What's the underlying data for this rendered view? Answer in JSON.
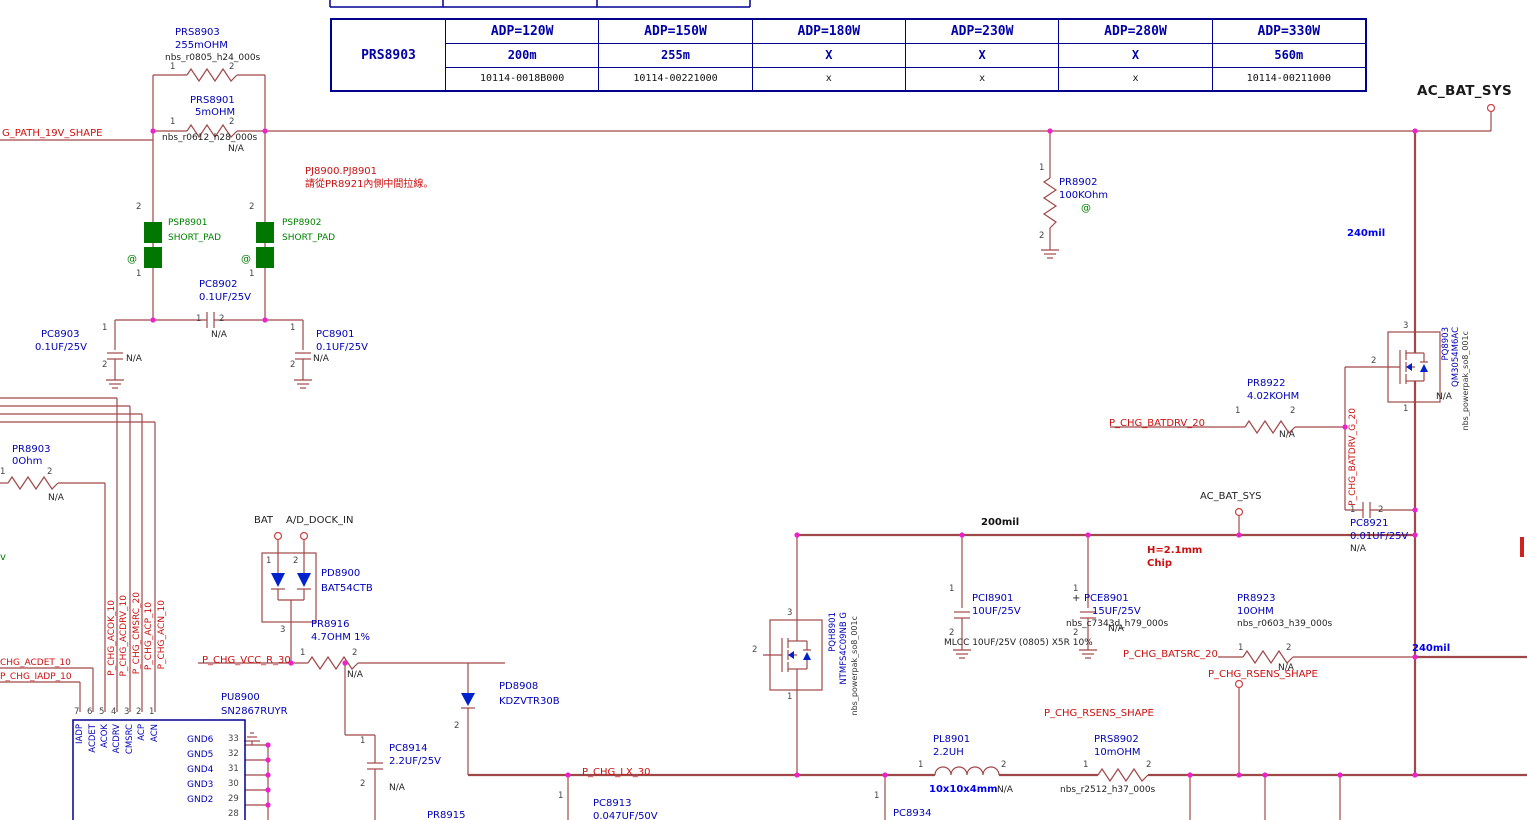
{
  "pins": {
    "p1": "1",
    "p2": "2",
    "p3": "3"
  },
  "table": {
    "row_label": "PRS8903",
    "headers": [
      "ADP=120W",
      "ADP=150W",
      "ADP=180W",
      "ADP=230W",
      "ADP=280W",
      "ADP=330W"
    ],
    "values": [
      "200m",
      "255m",
      "X",
      "X",
      "X",
      "560m"
    ],
    "part_numbers": [
      "10114-0018B000",
      "10114-00221000",
      "x",
      "x",
      "x",
      "10114-00211000"
    ]
  },
  "components": {
    "rs_top": {
      "ref": "PRS8903",
      "value": "255mOHM",
      "fp": "nbs_r0805_h24_000s"
    },
    "rs_mid": {
      "ref": "PRS8901",
      "value": "5mOHM",
      "fp": "nbs_r0612_h28_000s",
      "na": "N/A"
    },
    "psp1": {
      "ref": "PSP8901",
      "value": "SHORT_PAD",
      "at": "@"
    },
    "psp2": {
      "ref": "PSP8902",
      "value": "SHORT_PAD",
      "at": "@"
    },
    "c8902": {
      "ref": "PC8902",
      "value": "0.1UF/25V",
      "na": "N/A"
    },
    "c8903": {
      "ref": "PC8903",
      "value": "0.1UF/25V",
      "na": "N/A"
    },
    "c8901": {
      "ref": "PC8901",
      "value": "0.1UF/25V",
      "na": "N/A"
    },
    "r8903": {
      "ref": "PR8903",
      "value": "0Ohm",
      "na": "N/A"
    },
    "r8902": {
      "ref": "PR8902",
      "value": "100KOhm",
      "at": "@"
    },
    "q8903": {
      "ref": "PQ8903",
      "value": "QM3054M6AC",
      "fp": "nbs_powerpak_so8_001c",
      "na": "N/A"
    },
    "r8922": {
      "ref": "PR8922",
      "value": "4.02KOHM",
      "na": "N/A"
    },
    "c8921": {
      "ref": "PC8921",
      "value": "0.01UF/25V",
      "na": "N/A"
    },
    "ci8901": {
      "ref": "PCI8901",
      "value": "10UF/25V",
      "note": "MLCC 10UF/25V (0805) X5R 10%"
    },
    "ce8901": {
      "ref": "PCE8901",
      "value": "15UF/25V",
      "fp": "nbs_c7343d_h79_000s",
      "na": "N/A",
      "plus": "+"
    },
    "r8923": {
      "ref": "PR8923",
      "value": "10OHM",
      "fp": "nbs_r0603_h39_000s",
      "na": "N/A"
    },
    "d8900": {
      "ref": "PD8900",
      "value": "BAT54CTB"
    },
    "r8916": {
      "ref": "PR8916",
      "value": "4.7OHM 1%",
      "na": "N/A"
    },
    "d8908": {
      "ref": "PD8908",
      "value": "KDZVTR30B"
    },
    "u8900": {
      "ref": "PU8900",
      "value": "SN2867RUYR"
    },
    "c8914": {
      "ref": "PC8914",
      "value": "2.2UF/25V",
      "na": "N/A"
    },
    "r8915": {
      "ref": "PR8915"
    },
    "qh8901": {
      "ref": "PQH8901",
      "value": "NTMFS4C09NB G",
      "fp": "nbs_powerpak_so8_001c"
    },
    "l8901": {
      "ref": "PL8901",
      "value": "2.2UH",
      "size": "10x10x4mm",
      "na": "N/A"
    },
    "rs8902": {
      "ref": "PRS8902",
      "value": "10mOHM",
      "fp": "nbs_r2512_h37_000s"
    },
    "c8913": {
      "ref": "PC8913",
      "value": "0.047UF/50V"
    },
    "c8934": {
      "ref": "PC8934"
    }
  },
  "nets": {
    "g_path": "G_PATH_19V_SHAPE",
    "batdrv": "P_CHG_BATDRV_20",
    "batdrv_g": "P_CHG_BATDRV_G_20",
    "batsrc": "P_CHG_BATSRC_20",
    "rsens1": "P_CHG_RSENS_SHAPE",
    "rsens2": "P_CHG_RSENS_SHAPE",
    "vcc_r": "P_CHG_VCC_R_30",
    "lx": "P_CHG_LX_30",
    "acok": "P_CHG_ACOK_10",
    "acdrv": "P_CHG_ACDRV_10",
    "cmsrc": "P_CHG_CMSRC_20",
    "acp": "P_CHG_ACP_10",
    "acn": "P_CHG_ACN_10",
    "acdet": "CHG_ACDET_10",
    "iadp": "P_CHG_IADP_10",
    "ac_bat_top": "AC_BAT_SYS",
    "ac_bat_mid": "AC_BAT_SYS",
    "v": "v"
  },
  "annotations": {
    "note_ref": "PJ8900.PJ8901",
    "note_cjk": "請從PR8921內側中間拉線。",
    "mil240_top": "240mil",
    "mil200": "200mil",
    "mil240_right": "240mil",
    "h": "H=2.1mm",
    "chip": "Chip",
    "bat": "BAT",
    "dock": "A/D_DOCK_IN"
  },
  "ic": {
    "top_numbers": [
      "7",
      "6",
      "5",
      "4",
      "3",
      "2",
      "1"
    ],
    "top_names": [
      "IADP",
      "ACDET",
      "ACOK",
      "ACDRV",
      "CMSRC",
      "ACP",
      "ACN"
    ],
    "right_names": [
      "GND6",
      "GND5",
      "GND4",
      "GND3",
      "GND2"
    ],
    "right_numbers": [
      "33",
      "32",
      "31",
      "30",
      "29",
      "28"
    ]
  }
}
